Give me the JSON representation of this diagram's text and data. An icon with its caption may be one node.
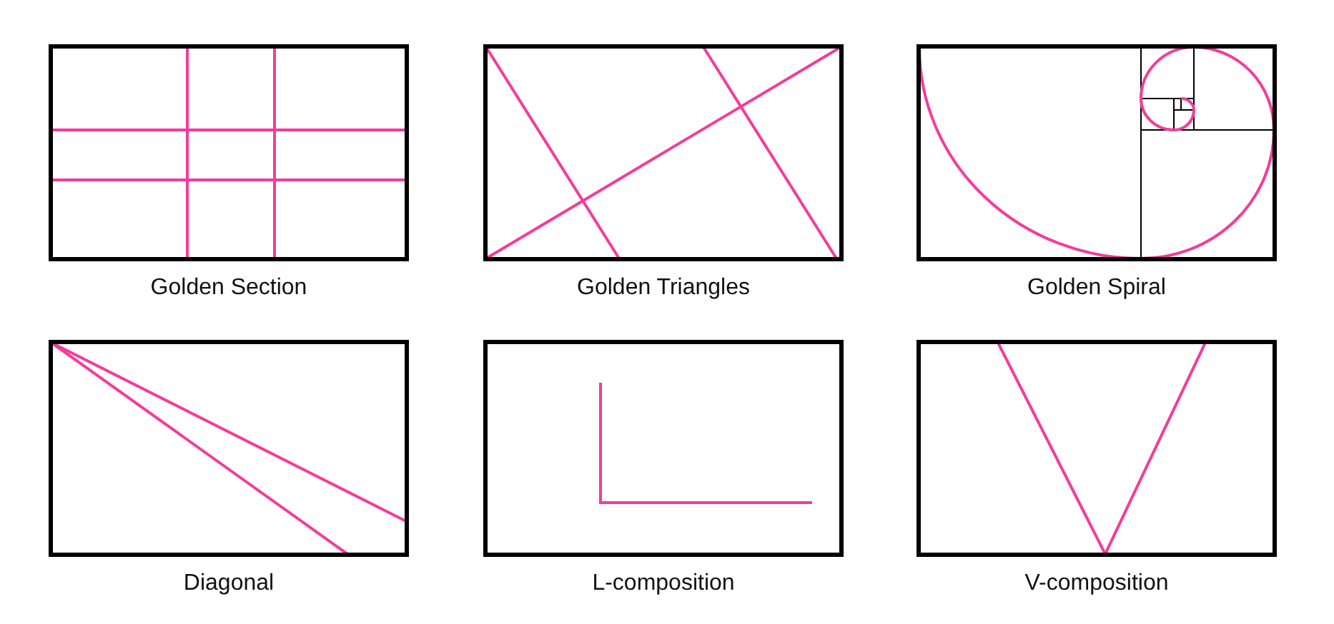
{
  "diagram": {
    "nodes": [
      {
        "text": [
          "Golden Section"
        ]
      },
      {
        "text": [
          "Golden Triangles"
        ]
      },
      {
        "text": [
          "Golden Spiral"
        ]
      },
      {
        "text": [
          "Diagonal"
        ]
      },
      {
        "text": [
          "L-composition"
        ]
      },
      {
        "text": [
          "V-composition"
        ]
      }
    ]
  }
}
